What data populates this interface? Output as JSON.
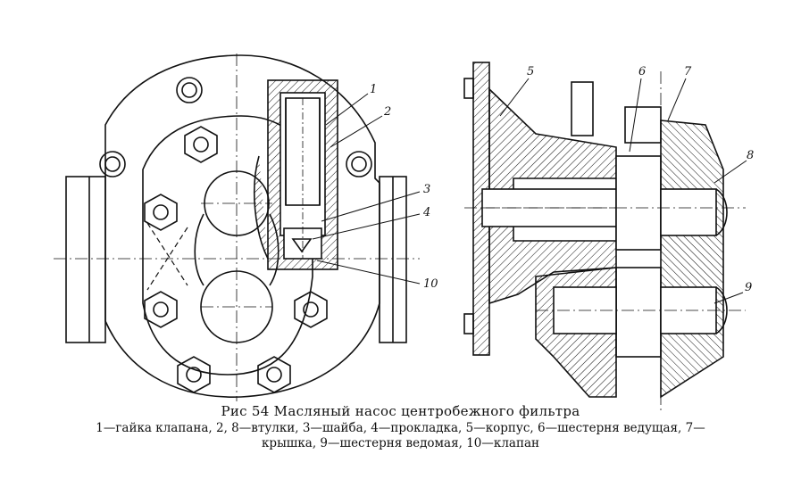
{
  "figure": {
    "callouts": [
      "1",
      "2",
      "3",
      "4",
      "10",
      "5",
      "6",
      "7",
      "8",
      "9"
    ],
    "caption_title": "Рис 54  Масляный насос центробежного фильтра",
    "caption_legend_line1": "1—гайка клапана, 2, 8—втулки, 3—шайба, 4—прокладка, 5—корпус, 6—шестерня ведущая, 7—",
    "caption_legend_line2": "крышка, 9—шестерня ведомая, 10—клапан"
  }
}
